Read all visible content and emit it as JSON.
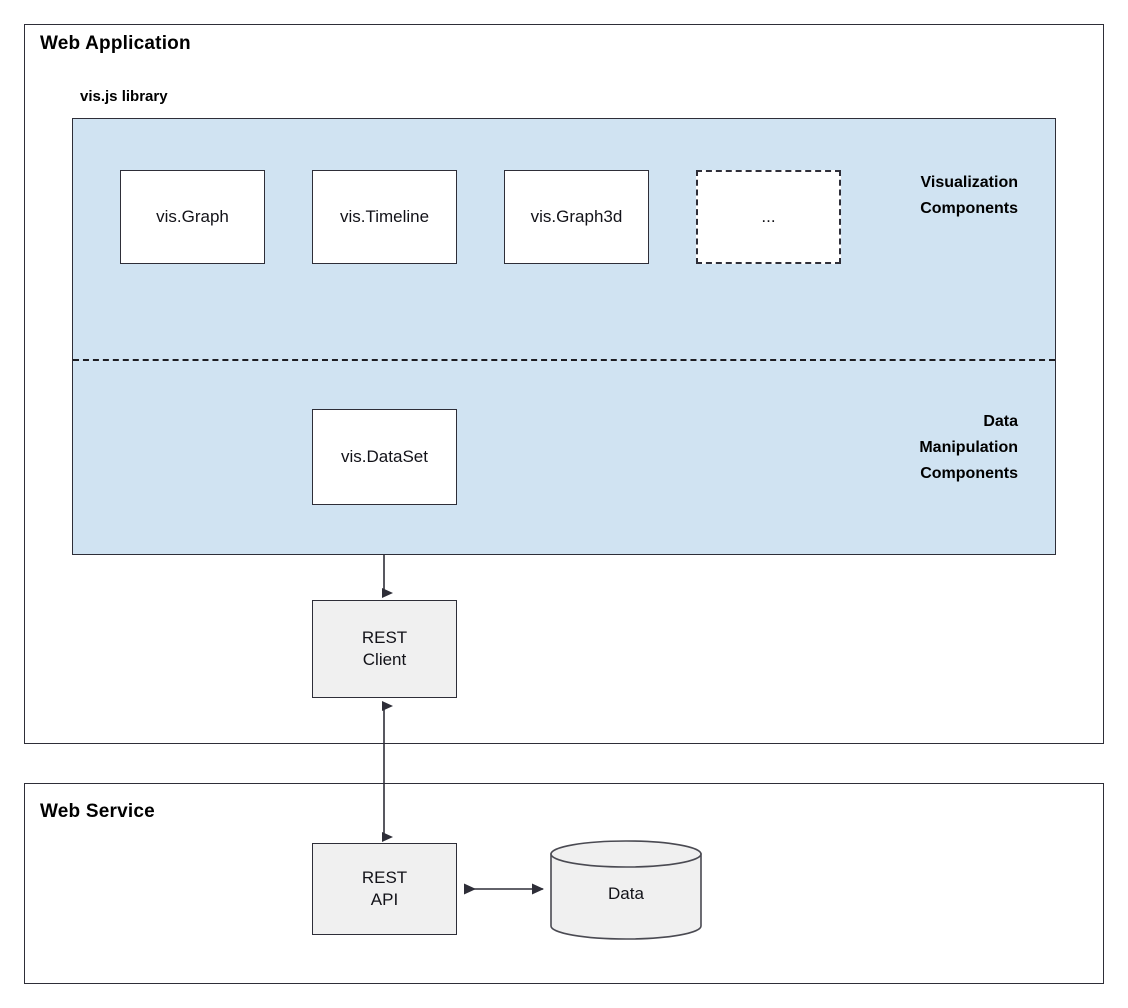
{
  "diagram": {
    "title": "vis.js architecture diagram",
    "colors": {
      "library_panel": "#d0e3f2",
      "node_fill": "#ffffff",
      "gray_node_fill": "#f0f0f0",
      "stroke": "#2e2e38",
      "text": "#121218"
    }
  },
  "web_application": {
    "title": "Web Application",
    "library": {
      "title": "vis.js library",
      "visualization": {
        "label": "Visualization\nComponents",
        "label_line1": "Visualization",
        "label_line2": "Components",
        "components": [
          {
            "id": "vis-graph",
            "label": "vis.Graph",
            "style": "solid"
          },
          {
            "id": "vis-timeline",
            "label": "vis.Timeline",
            "style": "solid"
          },
          {
            "id": "vis-graph3d",
            "label": "vis.Graph3d",
            "style": "solid"
          },
          {
            "id": "vis-more",
            "label": "...",
            "style": "dashed"
          }
        ]
      },
      "data_manipulation": {
        "label": "Data\nManipulation\nComponents",
        "label_line1": "Data",
        "label_line2": "Manipulation",
        "label_line3": "Components",
        "components": [
          {
            "id": "vis-dataset",
            "label": "vis.DataSet",
            "style": "solid"
          }
        ]
      }
    },
    "rest_client": {
      "id": "rest-client",
      "label": "REST\nClient",
      "label_line1": "REST",
      "label_line2": "Client"
    }
  },
  "web_service": {
    "title": "Web Service",
    "rest_api": {
      "id": "rest-api",
      "label": "REST\nAPI",
      "label_line1": "REST",
      "label_line2": "API"
    },
    "data_store": {
      "id": "data-store",
      "label": "Data",
      "shape": "cylinder"
    }
  },
  "connections": [
    {
      "from": "vis.Graph",
      "to": "vis.DataSet",
      "direction": "bidirectional"
    },
    {
      "from": "vis.Timeline",
      "to": "vis.DataSet",
      "direction": "bidirectional"
    },
    {
      "from": "vis.Graph3d",
      "to": "vis.DataSet",
      "direction": "bidirectional"
    },
    {
      "from": "...",
      "to": "vis.DataSet",
      "direction": "bidirectional"
    },
    {
      "from": "vis.DataSet",
      "to": "REST Client",
      "direction": "bidirectional"
    },
    {
      "from": "REST Client",
      "to": "REST API",
      "direction": "bidirectional"
    },
    {
      "from": "REST API",
      "to": "Data",
      "direction": "bidirectional"
    }
  ]
}
